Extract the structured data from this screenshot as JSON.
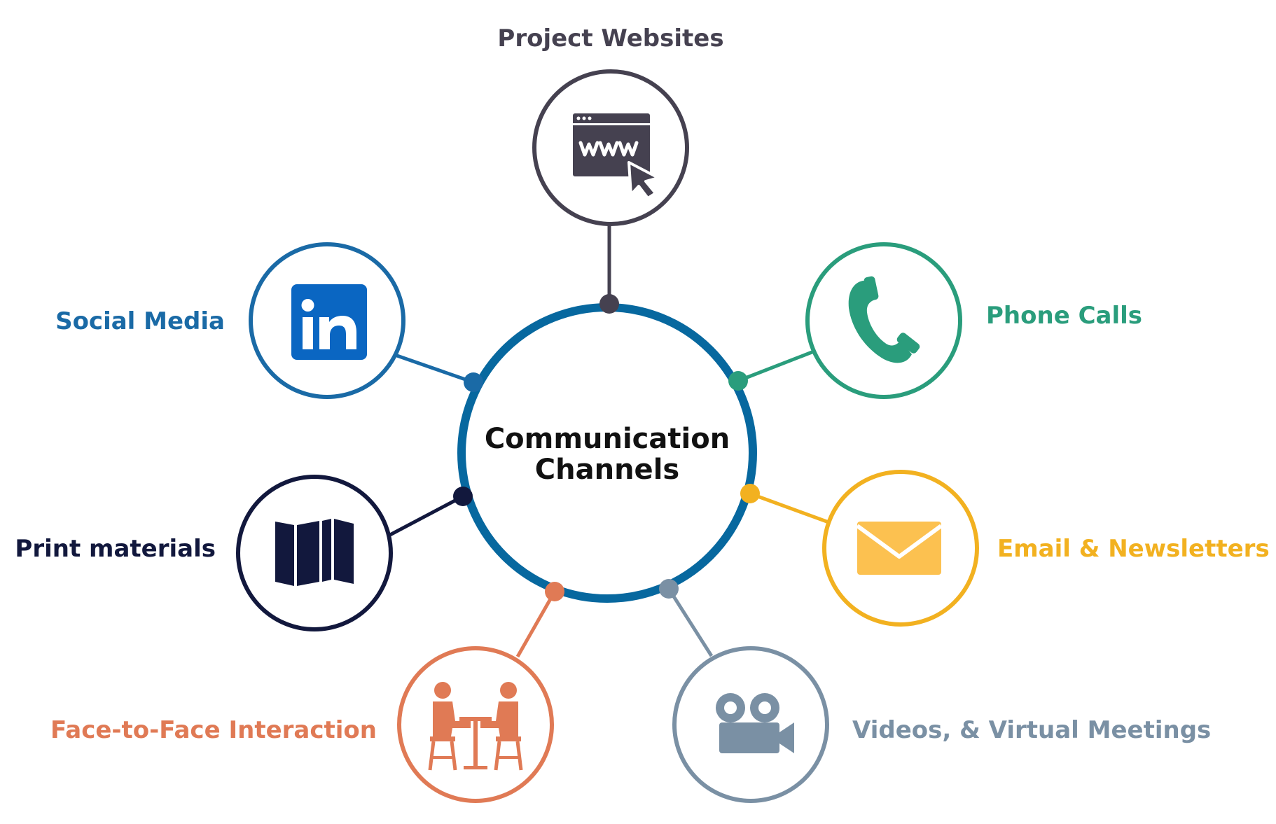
{
  "center": {
    "title_line1": "Communication",
    "title_line2": "Channels",
    "ring_color": "#07689f"
  },
  "nodes": [
    {
      "id": "project-websites",
      "label": "Project Websites",
      "color": "#454150",
      "icon": "website-www-icon"
    },
    {
      "id": "phone-calls",
      "label": "Phone Calls",
      "color": "#2a9d7c",
      "icon": "phone-icon"
    },
    {
      "id": "email-newsletters",
      "label": "Email & Newsletters",
      "color": "#f2b120",
      "icon": "envelope-icon"
    },
    {
      "id": "videos-virtual-meetings",
      "label": "Videos, & Virtual Meetings",
      "color": "#7a90a4",
      "icon": "video-camera-icon"
    },
    {
      "id": "face-to-face",
      "label": "Face-to-Face Interaction",
      "color": "#e07a55",
      "icon": "two-people-at-table-icon"
    },
    {
      "id": "print-materials",
      "label": "Print materials",
      "color": "#12183d",
      "icon": "folded-map-icon"
    },
    {
      "id": "social-media",
      "label": "Social Media",
      "color": "#1a6aa6",
      "icon": "linkedin-icon"
    }
  ],
  "icon_fills": {
    "envelope": "#fcc150",
    "linkedin": "#0a66c2"
  }
}
